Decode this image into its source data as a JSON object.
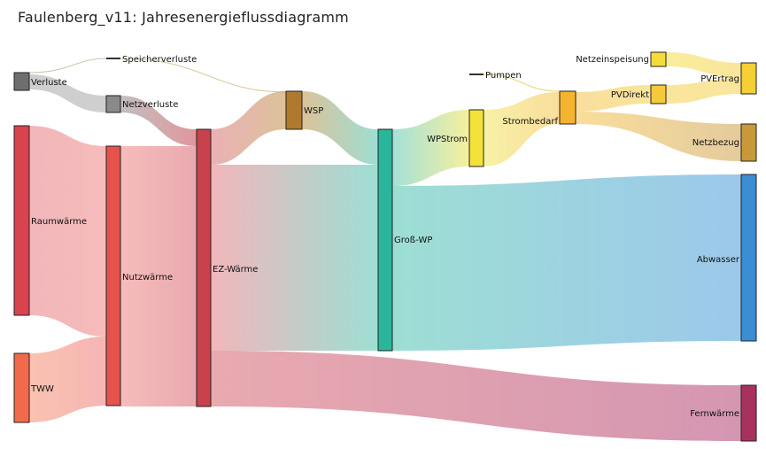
{
  "title": "Faulenberg_v11: Jahresenergieflussdiagramm",
  "nodes": [
    {
      "id": "verluste",
      "label": "Verluste",
      "color": "#6e6e6e"
    },
    {
      "id": "speicherverluste",
      "label": "Speicherverluste",
      "color": "#333333"
    },
    {
      "id": "netzverluste",
      "label": "Netzverluste",
      "color": "#8a8a8a"
    },
    {
      "id": "raumwaerme",
      "label": "Raumwärme",
      "color": "#d9434e"
    },
    {
      "id": "tww",
      "label": "TWW",
      "color": "#f26a4b"
    },
    {
      "id": "nutzwaerme",
      "label": "Nutzwärme",
      "color": "#e5534b"
    },
    {
      "id": "ezwaerme",
      "label": "EZ-Wärme",
      "color": "#c9414c"
    },
    {
      "id": "wsp",
      "label": "WSP",
      "color": "#b07a2e"
    },
    {
      "id": "grosswp",
      "label": "Groß-WP",
      "color": "#2bb59a"
    },
    {
      "id": "wpstrom",
      "label": "WPStrom",
      "color": "#f2e23a"
    },
    {
      "id": "pumpen",
      "label": "Pumpen",
      "color": "#333333"
    },
    {
      "id": "strombedarf",
      "label": "Strombedarf",
      "color": "#f5b42f"
    },
    {
      "id": "netzeinspeisung",
      "label": "Netzeinspeisung",
      "color": "#f5dc3a"
    },
    {
      "id": "pvdirekt",
      "label": "PVDirekt",
      "color": "#f5c93a"
    },
    {
      "id": "pvertrag",
      "label": "PVErtrag",
      "color": "#f5cf33"
    },
    {
      "id": "netzbezug",
      "label": "Netzbezug",
      "color": "#c9983a"
    },
    {
      "id": "abwasser",
      "label": "Abwasser",
      "color": "#3b8ed4"
    },
    {
      "id": "fernwaerme",
      "label": "Fernwärme",
      "color": "#a8325e"
    }
  ]
}
